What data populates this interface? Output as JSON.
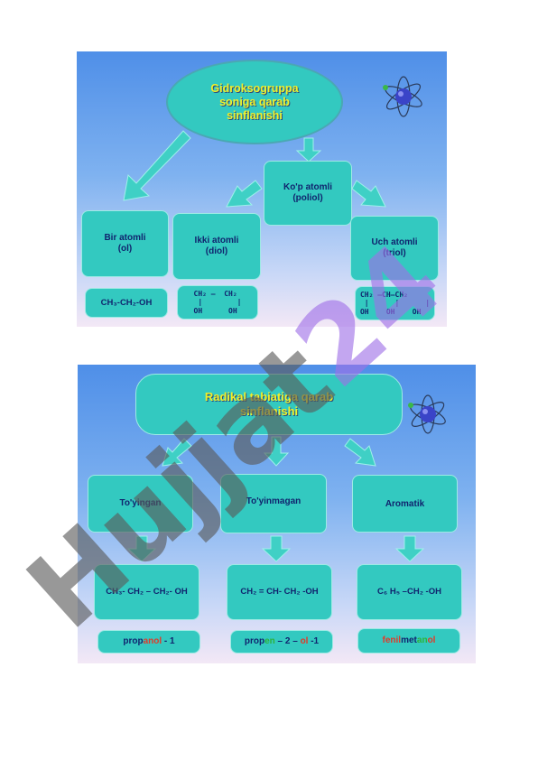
{
  "slide1": {
    "title": [
      "Gidroksogruppa",
      "soniga qarab",
      "sinflanishi"
    ],
    "polyol_box": [
      "Ko'p atomli",
      "(poliol)"
    ],
    "mono_box": [
      "Bir atomli",
      "(ol)"
    ],
    "diol_box": [
      "Ikki atomli",
      "(diol)"
    ],
    "triol_box": [
      "Uch atomli",
      "(triol)"
    ],
    "mono_formula": "CH₃-CH₂-OH",
    "diol_formula": "CH₂ —  CH₂\n |        |\nOH      OH",
    "triol_formula": "CH₂ —CH—CH₂\n |      |      |\nOH    OH    OH"
  },
  "slide2": {
    "title": [
      "Radikal  tabiatiga  qarab",
      "sinflanishi"
    ],
    "saturated": "To'yingan",
    "unsaturated": "To'yinmagan",
    "aromatic": "Aromatik",
    "formula1": "CH₃- CH₂ – CH₂- OH",
    "formula2": "CH₂ = CH- CH₂ -OH",
    "formula3": "C₆ H₅ –CH₂ -OH",
    "name1": [
      {
        "t": "prop",
        "c": "#10246e"
      },
      {
        "t": "anol",
        "c": "#e03a2a"
      },
      {
        "t": " - 1",
        "c": "#10246e"
      }
    ],
    "name2": [
      {
        "t": "prop",
        "c": "#10246e"
      },
      {
        "t": "en",
        "c": "#2db33a"
      },
      {
        "t": " – 2 – ",
        "c": "#10246e"
      },
      {
        "t": "ol",
        "c": "#e03a2a"
      },
      {
        "t": " -1",
        "c": "#10246e"
      }
    ],
    "name3": [
      {
        "t": "fenil",
        "c": "#e03a2a"
      },
      {
        "t": "met",
        "c": "#10246e"
      },
      {
        "t": "an",
        "c": "#2db33a"
      },
      {
        "t": "ol",
        "c": "#e03a2a"
      }
    ]
  },
  "watermark": {
    "text": "Hujjat24",
    "color_gray": "#5a5a5a",
    "color_violet": "#a070e8"
  },
  "colors": {
    "box_fill": "#33c9c0",
    "title_yellow": "#f1f02a",
    "text_navy": "#10246e"
  }
}
